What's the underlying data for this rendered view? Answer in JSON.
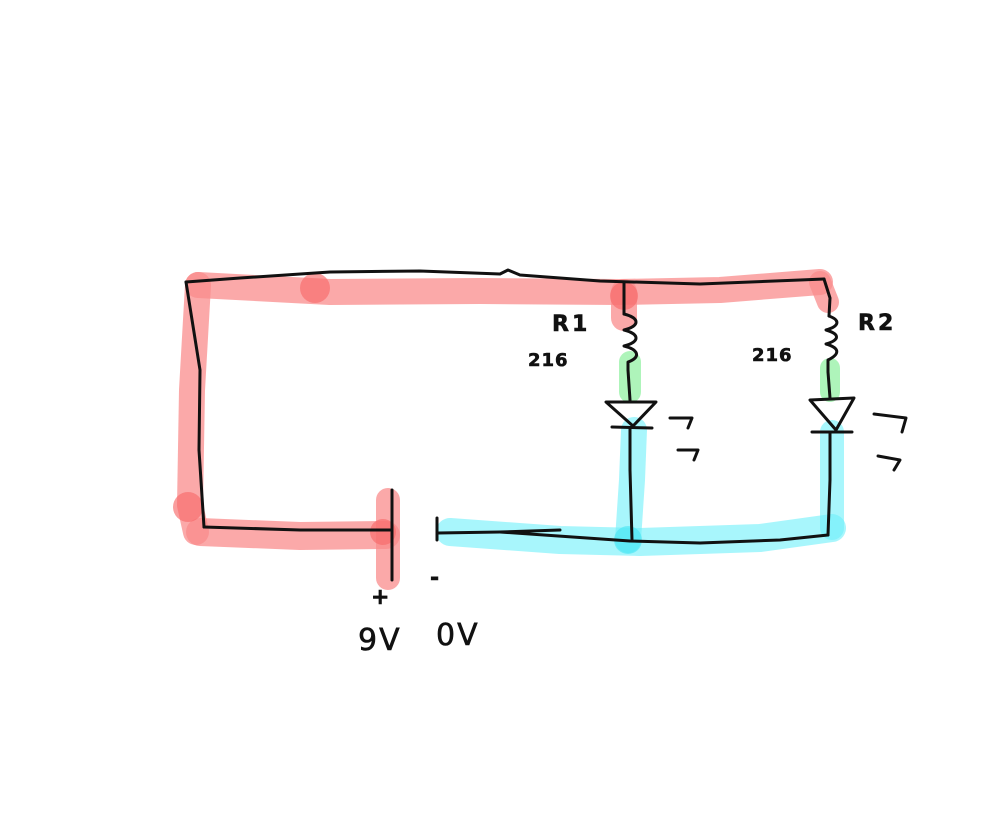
{
  "diagram": {
    "battery": {
      "positive_sign": "+",
      "negative_sign": "-",
      "positive_voltage": "9V",
      "negative_voltage": "0V"
    },
    "resistors": [
      {
        "name": "R1",
        "value": "216"
      },
      {
        "name": "R2",
        "value": "216"
      }
    ],
    "highlight_colors": {
      "positive_rail": "#fa8c8c",
      "negative_rail": "#6ef0fa",
      "resistor_led_link": "#8cef9c",
      "ink": "#111111"
    }
  }
}
